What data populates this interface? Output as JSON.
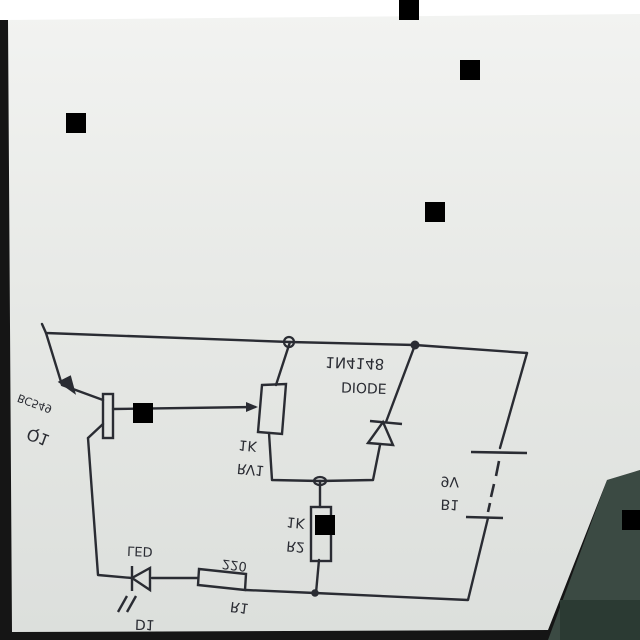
{
  "diagram": {
    "labels": {
      "q1_ref": "Q1",
      "q1_part": "BC549",
      "rv1_ref": "RV1",
      "rv1_value": "1K",
      "diode_ref": "DIODE",
      "diode_part": "1N4148",
      "b1_ref": "B1",
      "b1_value": "9V",
      "r2_ref": "R2",
      "r2_value": "1K",
      "r1_ref": "R1",
      "r1_value": "220",
      "d1_ref": "D1",
      "led_label": "LED"
    }
  },
  "colors": {
    "paper": "#e9ebe7",
    "ink": "#2a2c33",
    "background": "#161616",
    "redaction": "#000000",
    "wall": "#cfd3cf"
  }
}
